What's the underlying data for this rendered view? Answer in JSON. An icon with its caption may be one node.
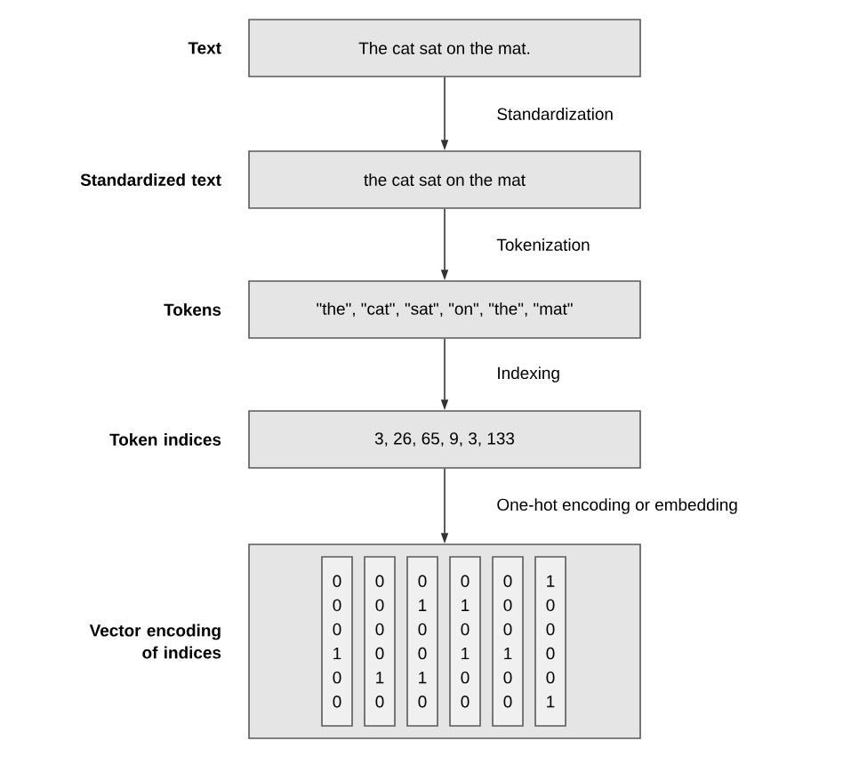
{
  "diagram": {
    "nodes": [
      {
        "text": [
          "The cat sat on the mat."
        ],
        "beside": [
          "Text"
        ]
      },
      {
        "text": [
          "the cat sat on the mat"
        ],
        "beside": [
          "Standardized text"
        ]
      },
      {
        "text": [
          "\"the\", \"cat\", \"sat\", \"on\", \"the\", \"mat\""
        ],
        "beside": [
          "Tokens"
        ]
      },
      {
        "text": [
          "3, 26, 65, 9, 3, 133"
        ],
        "beside": [
          "Token indices"
        ]
      },
      {
        "text": [],
        "shape": "box",
        "beside": [
          "Vector encoding of indices"
        ]
      },
      {
        "text": [
          "0 0 0 1 0 0"
        ],
        "in": 4
      },
      {
        "text": [
          "0 0 0 0 1 0"
        ],
        "in": 4
      },
      {
        "text": [
          "0 1 0 0 1 0"
        ],
        "in": 4
      },
      {
        "text": [
          "0 1 0 1 0 0"
        ],
        "in": 4
      },
      {
        "text": [
          "0 0 0 1 0 0"
        ],
        "in": 4
      },
      {
        "text": [
          "1 0 0 0 0 1"
        ],
        "in": 4
      }
    ],
    "edges": [
      {
        "from": 0,
        "to": 1,
        "arrow": "to",
        "label": "Standardization"
      },
      {
        "from": 1,
        "to": 2,
        "arrow": "to",
        "label": "Tokenization"
      },
      {
        "from": 2,
        "to": 3,
        "arrow": "to",
        "label": "Indexing"
      },
      {
        "from": 3,
        "to": 4,
        "arrow": "to",
        "label": "One-hot encoding or embedding"
      }
    ]
  }
}
